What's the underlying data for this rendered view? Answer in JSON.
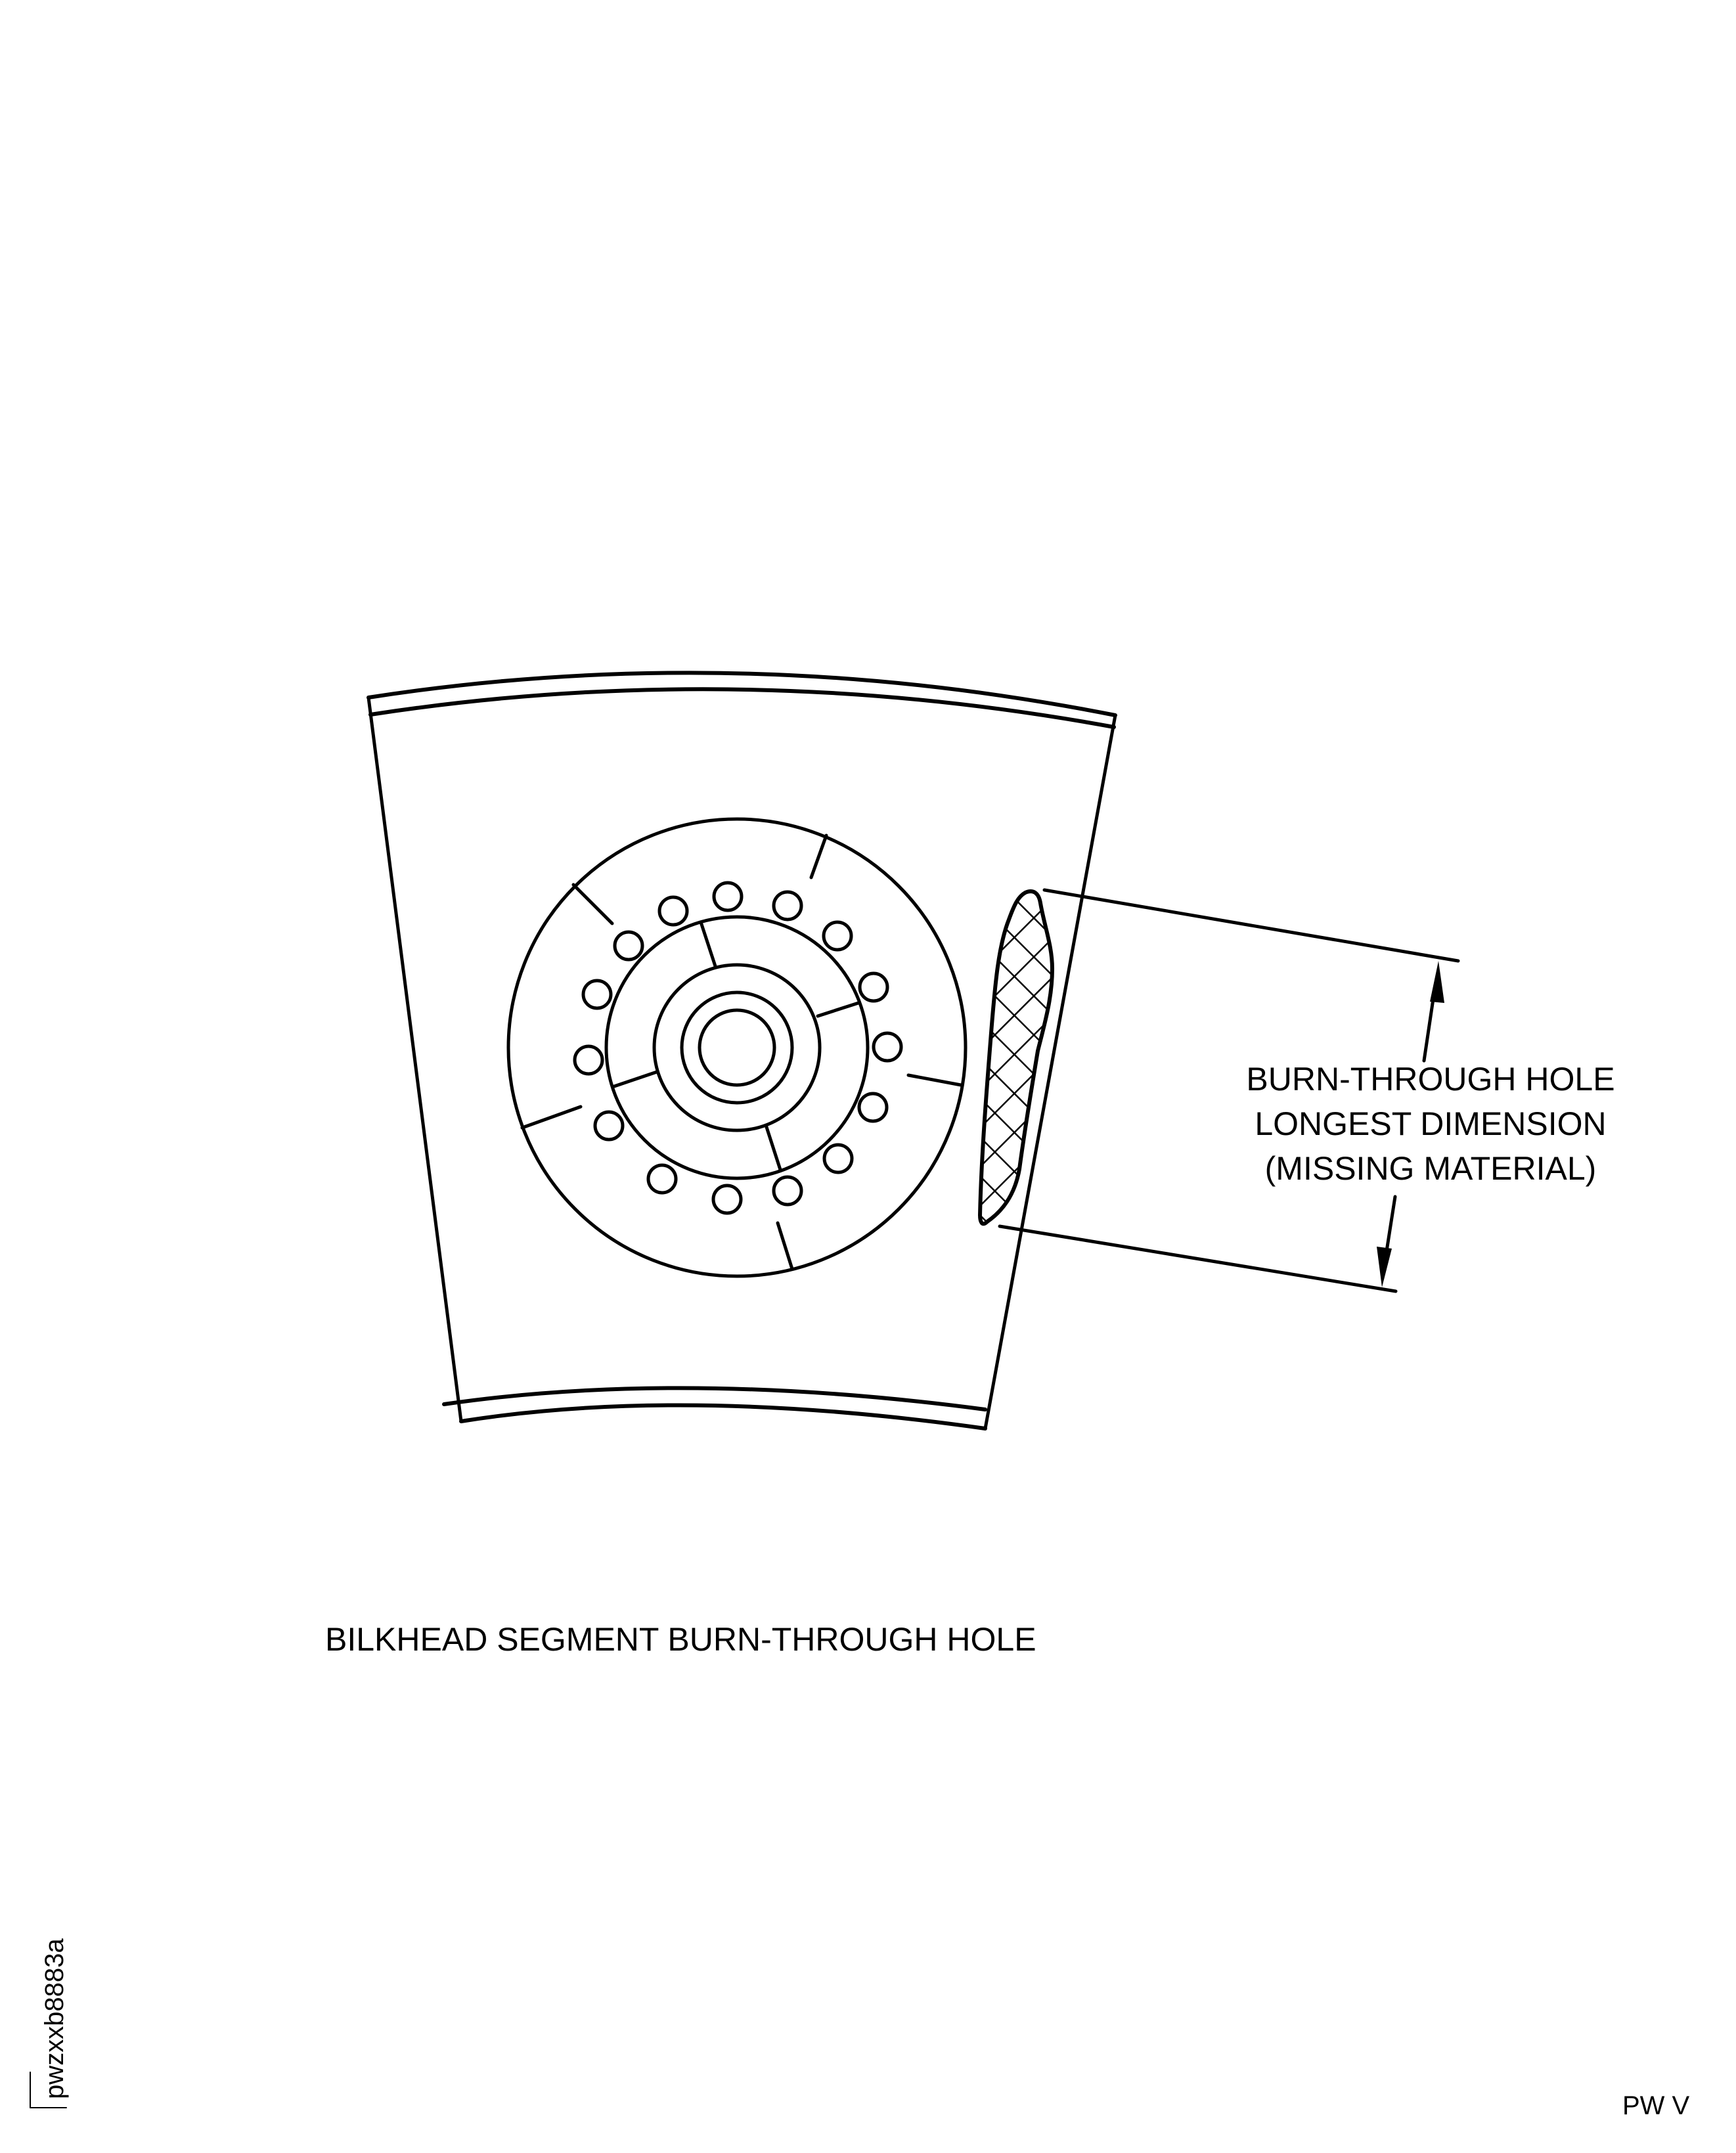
{
  "figure": {
    "caption": "BILKHEAD SEGMENT BURN-THROUGH HOLE",
    "callout": {
      "lines": [
        "BURN-THROUGH HOLE",
        "LONGEST DIMENSION",
        "(MISSING MATERIAL)"
      ]
    },
    "figure_id": "pwzxxb8883a",
    "footer_code": "PW V"
  },
  "colors": {
    "ink": "#000000",
    "background": "#ffffff"
  }
}
